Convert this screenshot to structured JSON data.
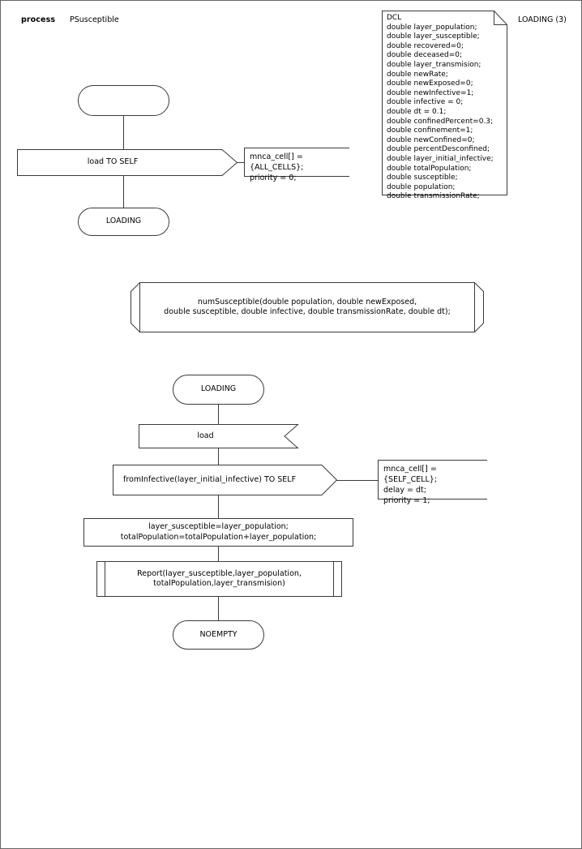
{
  "header": {
    "keyword": "process",
    "process_name": "PSusceptible",
    "page_label": "LOADING (3)"
  },
  "declaration_note": {
    "title": "DCL",
    "lines": [
      "double layer_population;",
      "double layer_susceptible;",
      "double recovered=0;",
      "double deceased=0;",
      "double layer_transmision;",
      "double newRate;",
      "double newExposed=0;",
      "double newInfective=1;",
      "double infective = 0;",
      "double dt = 0.1;",
      "double confinedPercent=0.3;",
      "double confinement=1;",
      "double newConfined=0;",
      "double percentDesconfined;",
      "double layer_initial_infective;",
      "double totalPopulation;",
      "double susceptible;",
      "double population;",
      "double transmissionRate;"
    ],
    "full_text": "DCL\ndouble layer_population;\ndouble layer_susceptible;\ndouble recovered=0;\ndouble deceased=0;\ndouble layer_transmision;\ndouble newRate;\ndouble newExposed=0;\ndouble newInfective=1;\ndouble infective = 0;\ndouble dt = 0.1;\ndouble confinedPercent=0.3;\ndouble confinement=1;\ndouble newConfined=0;\ndouble percentDesconfined;\ndouble layer_initial_infective;\ndouble totalPopulation;\ndouble susceptible;\ndouble population;\ndouble transmissionRate;"
  },
  "flow_top": {
    "start_state_label": "",
    "input_label": "load TO SELF",
    "input_comment": "mnca_cell[] = {ALL_CELLS};\npriority = 0;",
    "next_state_label": "LOADING"
  },
  "procedure": {
    "signature": "numSusceptible(double population, double newExposed,\ndouble susceptible, double infective, double transmissionRate, double dt);"
  },
  "flow_bottom": {
    "start_state_label": "LOADING",
    "input_label": "load",
    "output_label": "fromInfective(layer_initial_infective) TO SELF",
    "output_comment": "mnca_cell[] = {SELF_CELL};\ndelay = dt;\npriority = 1;",
    "task_label": "layer_susceptible=layer_population;\ntotalPopulation=totalPopulation+layer_population;",
    "procedure_call_label": "Report(layer_susceptible,layer_population, totalPopulation,layer_transmision)",
    "end_state_label": "NOEMPTY"
  },
  "colors": {
    "stroke": "#3a3a3a",
    "page_border": "#666666",
    "background": "#ffffff",
    "text": "#000000"
  }
}
